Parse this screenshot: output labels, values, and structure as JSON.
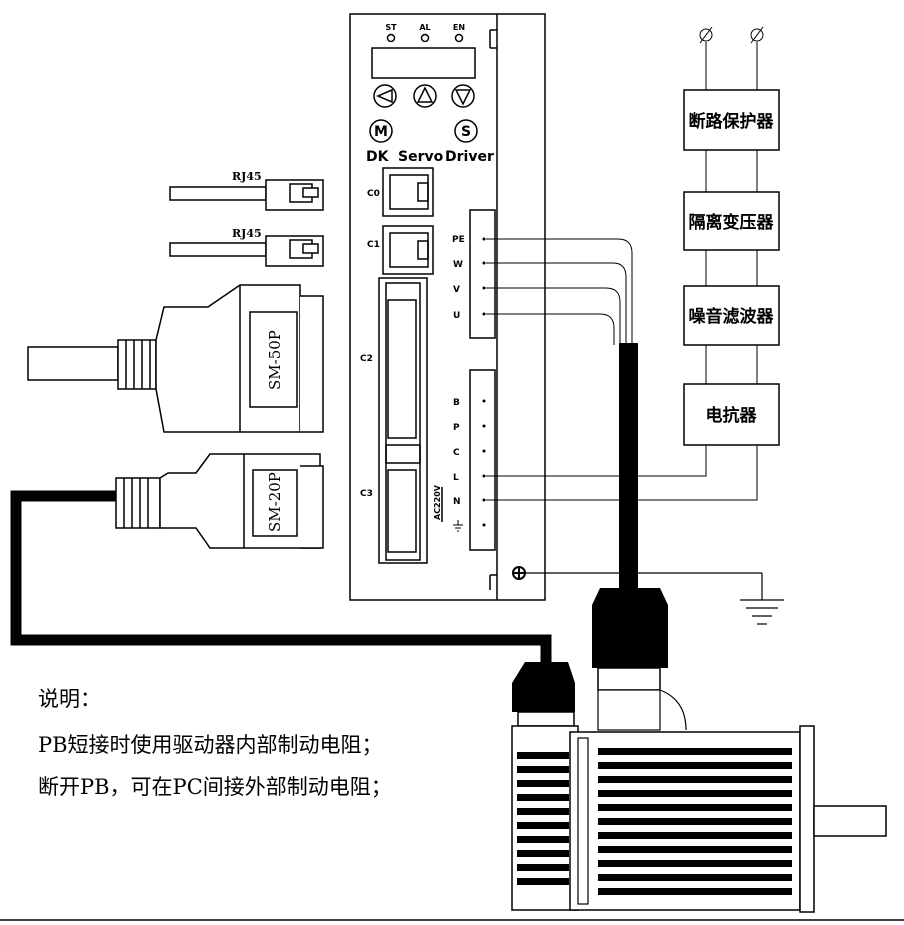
{
  "driver": {
    "leds": [
      "ST",
      "AL",
      "EN"
    ],
    "brand_labels": [
      "DK",
      "Servo",
      "Driver"
    ],
    "mode_button": "M",
    "set_button": "S",
    "ports": [
      "C0",
      "C1",
      "C2",
      "C3"
    ],
    "motor_terminals": [
      "PE",
      "W",
      "V",
      "U"
    ],
    "power_terminals": [
      "B",
      "P",
      "C",
      "L",
      "N"
    ],
    "voltage_label": "AC220V"
  },
  "cables": {
    "rj45_a": "RJ45",
    "rj45_b": "RJ45",
    "connector_50": "SM-50P",
    "connector_20": "SM-20P"
  },
  "power_chain": {
    "breaker": "断路保护器",
    "transformer": "隔离变压器",
    "filter": "噪音滤波器",
    "reactor": "电抗器",
    "supply_symbol": "Ø"
  },
  "notes": {
    "title": "说明：",
    "line1": "PB短接时使用驱动器内部制动电阻；",
    "line2": "断开PB，可在PC间接外部制动电阻；"
  }
}
